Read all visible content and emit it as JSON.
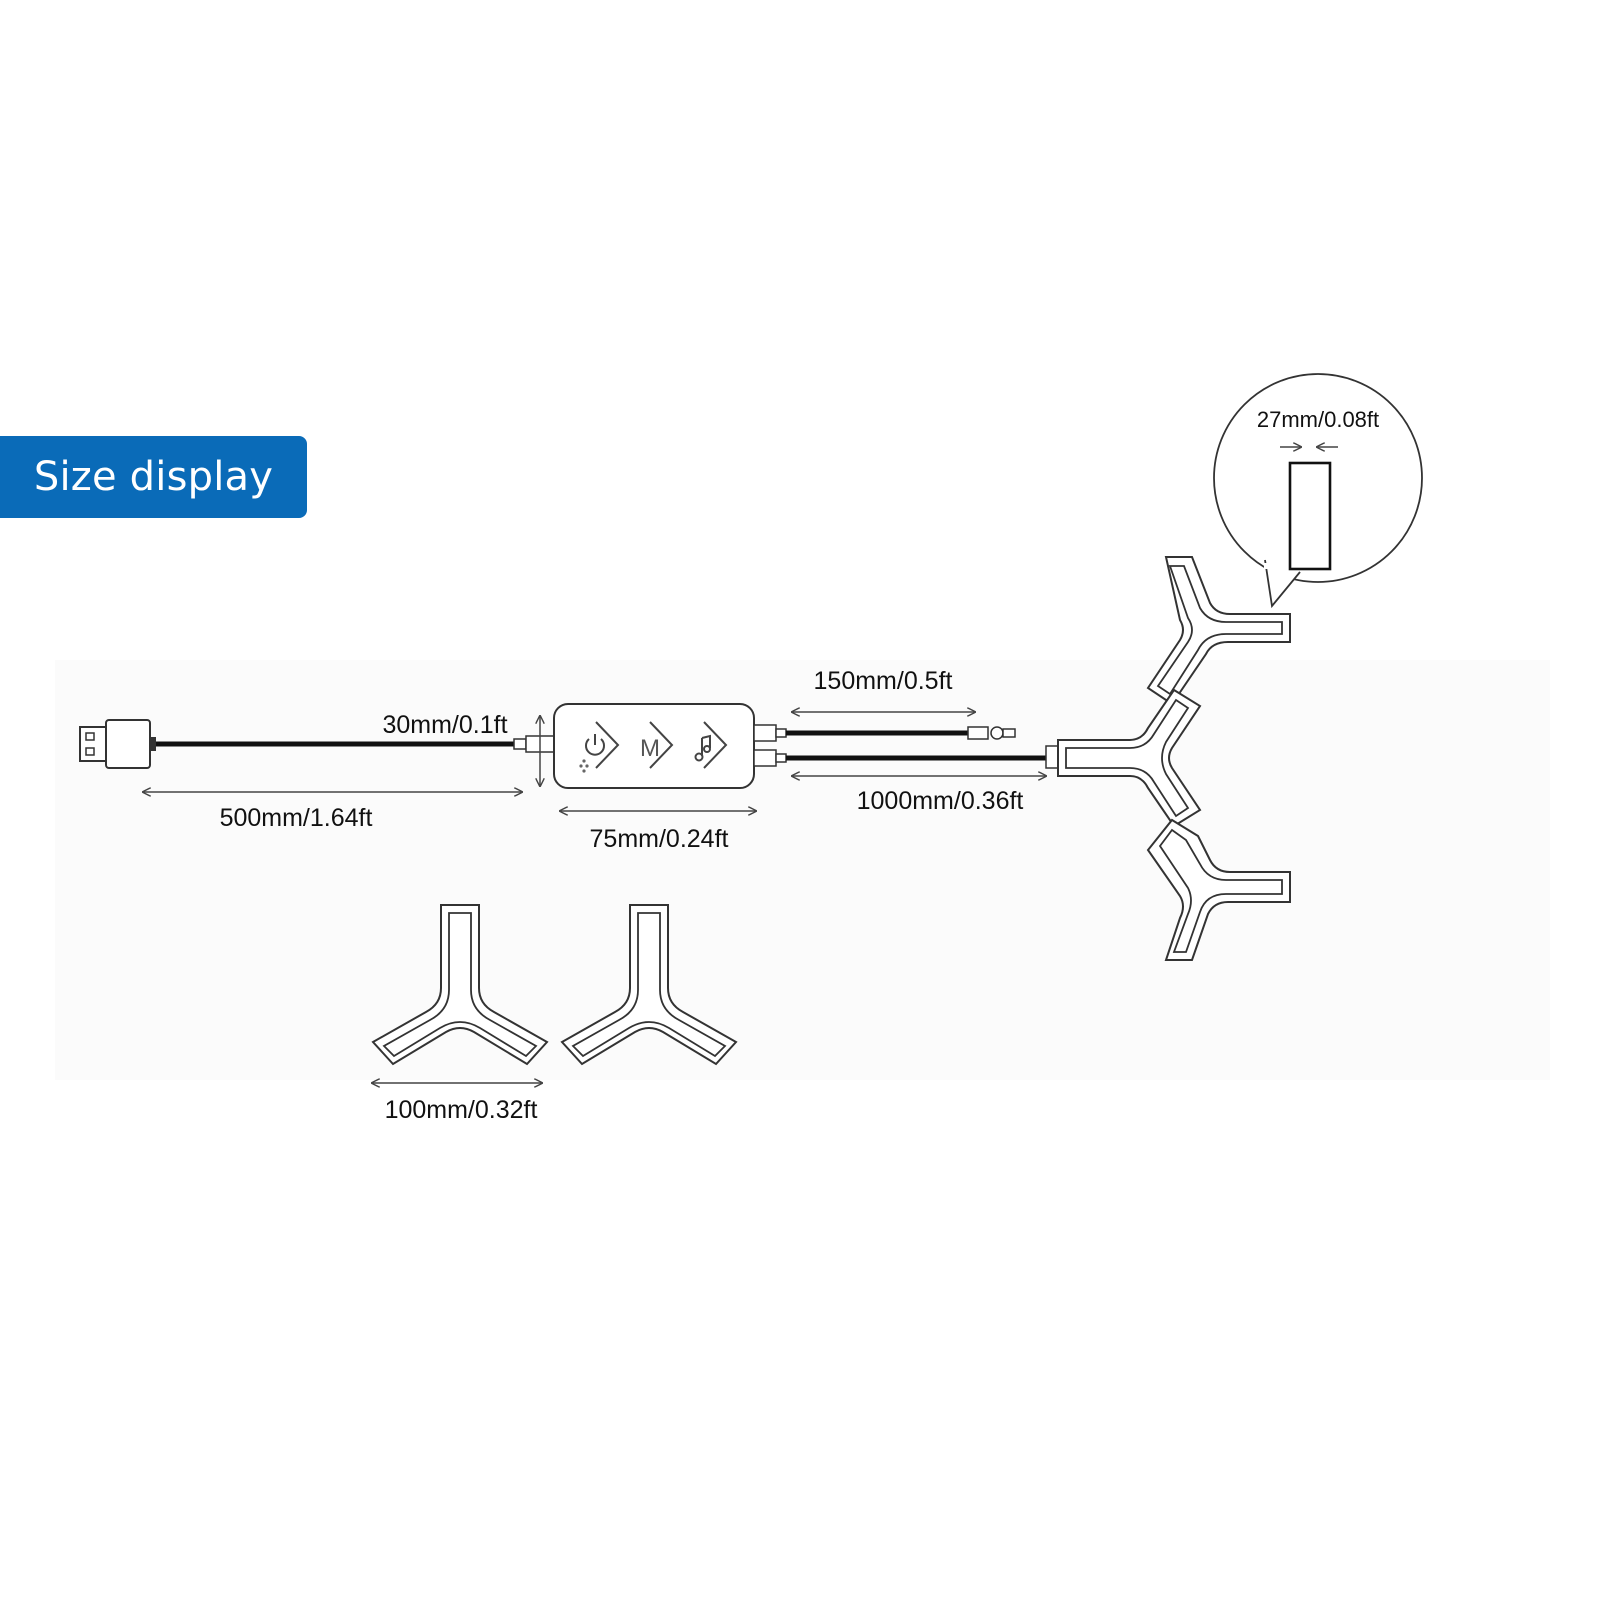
{
  "banner": {
    "title": "Size display"
  },
  "dimensions": {
    "usb_cable_length": "500mm/1.64ft",
    "controller_height": "30mm/0.1ft",
    "controller_length": "75mm/0.24ft",
    "short_cable_length": "150mm/0.5ft",
    "main_cable_length": "1000mm/0.36ft",
    "panel_width": "100mm/0.32ft",
    "strip_width": "27mm/0.08ft"
  },
  "controller": {
    "buttons": [
      "power-icon",
      "mode-icon",
      "music-icon"
    ],
    "button_labels": {
      "mode": "M"
    }
  },
  "colors": {
    "banner": "#0a6bb8",
    "line": "#111111"
  }
}
